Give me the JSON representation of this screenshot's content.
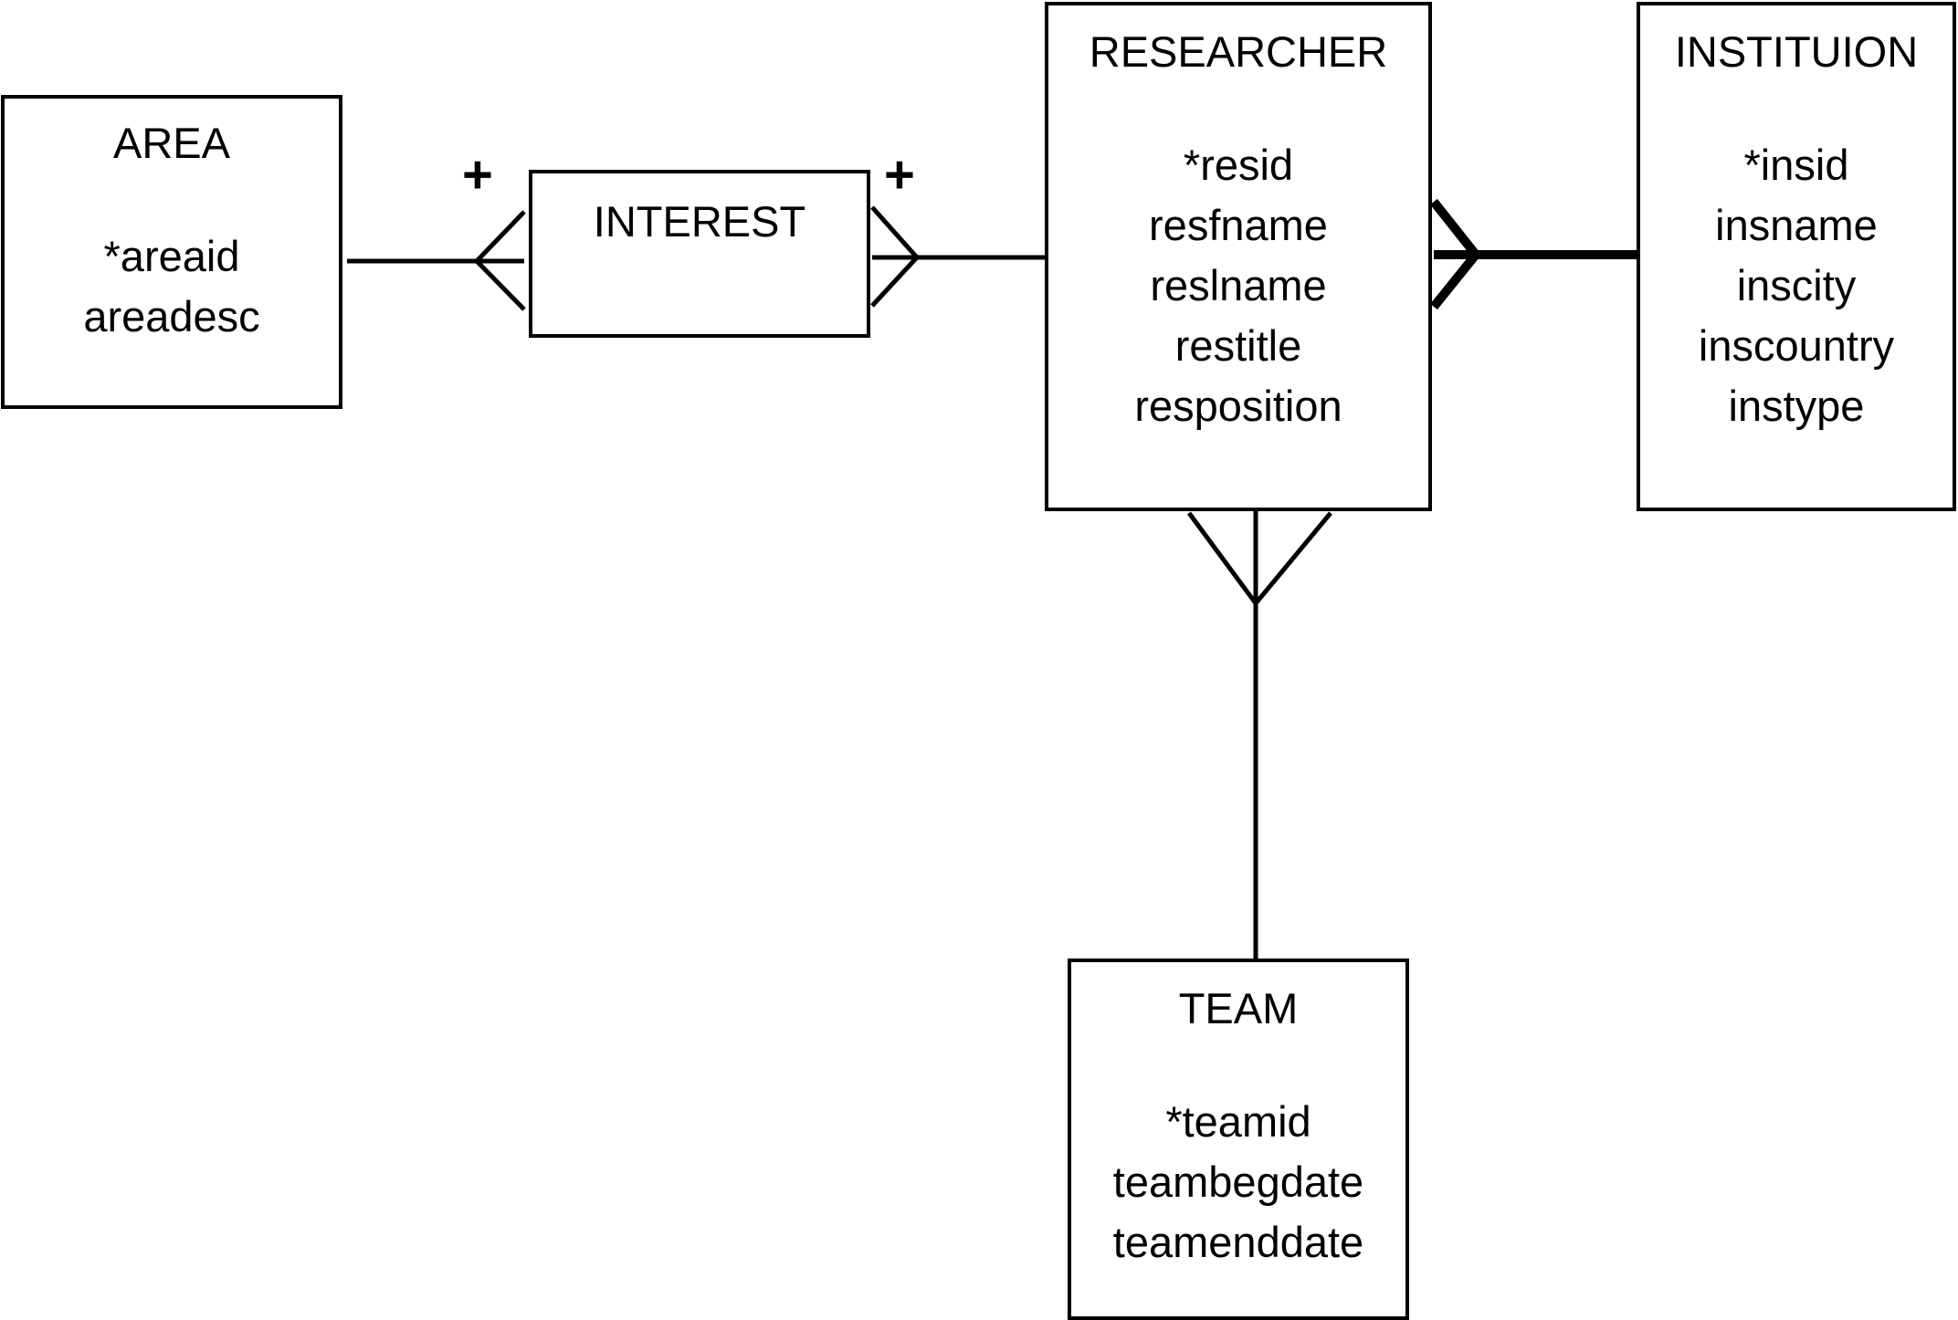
{
  "entities": {
    "area": {
      "name": "AREA",
      "attributes": [
        "*areaid",
        "areadesc"
      ]
    },
    "interest": {
      "name": "INTEREST",
      "attributes": []
    },
    "researcher": {
      "name": "RESEARCHER",
      "attributes": [
        "*resid",
        "resfname",
        "reslname",
        "restitle",
        "resposition"
      ]
    },
    "institution": {
      "name": "INSTITUION",
      "attributes": [
        "*insid",
        "insname",
        "inscity",
        "inscountry",
        "instype"
      ]
    },
    "team": {
      "name": "TEAM",
      "attributes": [
        "*teamid",
        "teambegdate",
        "teamenddate"
      ]
    }
  },
  "relationships": [
    {
      "from": "area",
      "to": "interest",
      "to_end": "many",
      "marker": "+"
    },
    {
      "from": "researcher",
      "to": "interest",
      "to_end": "many",
      "marker": "+"
    },
    {
      "from": "institution",
      "to": "researcher",
      "to_end": "many",
      "emphasis": "thick"
    },
    {
      "from": "team",
      "to": "researcher",
      "to_end": "many"
    }
  ],
  "markers": {
    "interest_left": "+",
    "interest_right": "+"
  }
}
